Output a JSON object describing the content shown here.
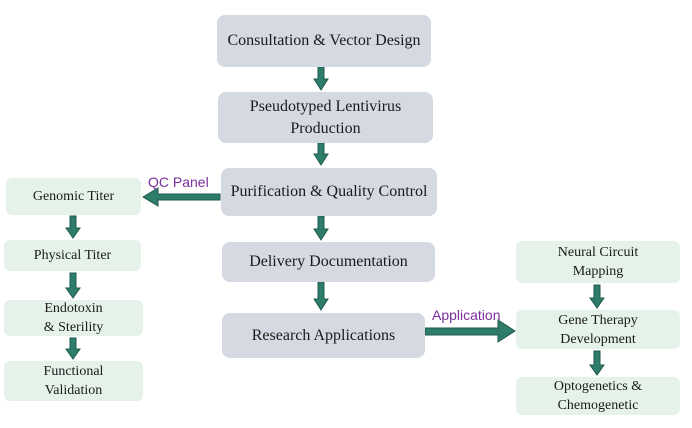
{
  "main_flow": [
    "Consultation & Vector Design",
    "Pseudotyped Lentivirus Production",
    "Purification & Quality Control",
    "Delivery Documentation",
    "Research Applications"
  ],
  "qc_panel": {
    "label": "QC Panel",
    "items": [
      "Genomic Titer",
      "Physical Titer",
      "Endotoxin & Sterility",
      "Functional Validation"
    ]
  },
  "applications": {
    "label": "Application",
    "items": [
      "Neural Circuit Mapping",
      "Gene Therapy Development",
      "Optogenetics & Chemogenetic"
    ]
  },
  "colors": {
    "main_box": "#d5d9e2",
    "side_box": "#e4f2ea",
    "arrow": "#2e7d6b",
    "arrow_label": "#7a2d9c"
  }
}
